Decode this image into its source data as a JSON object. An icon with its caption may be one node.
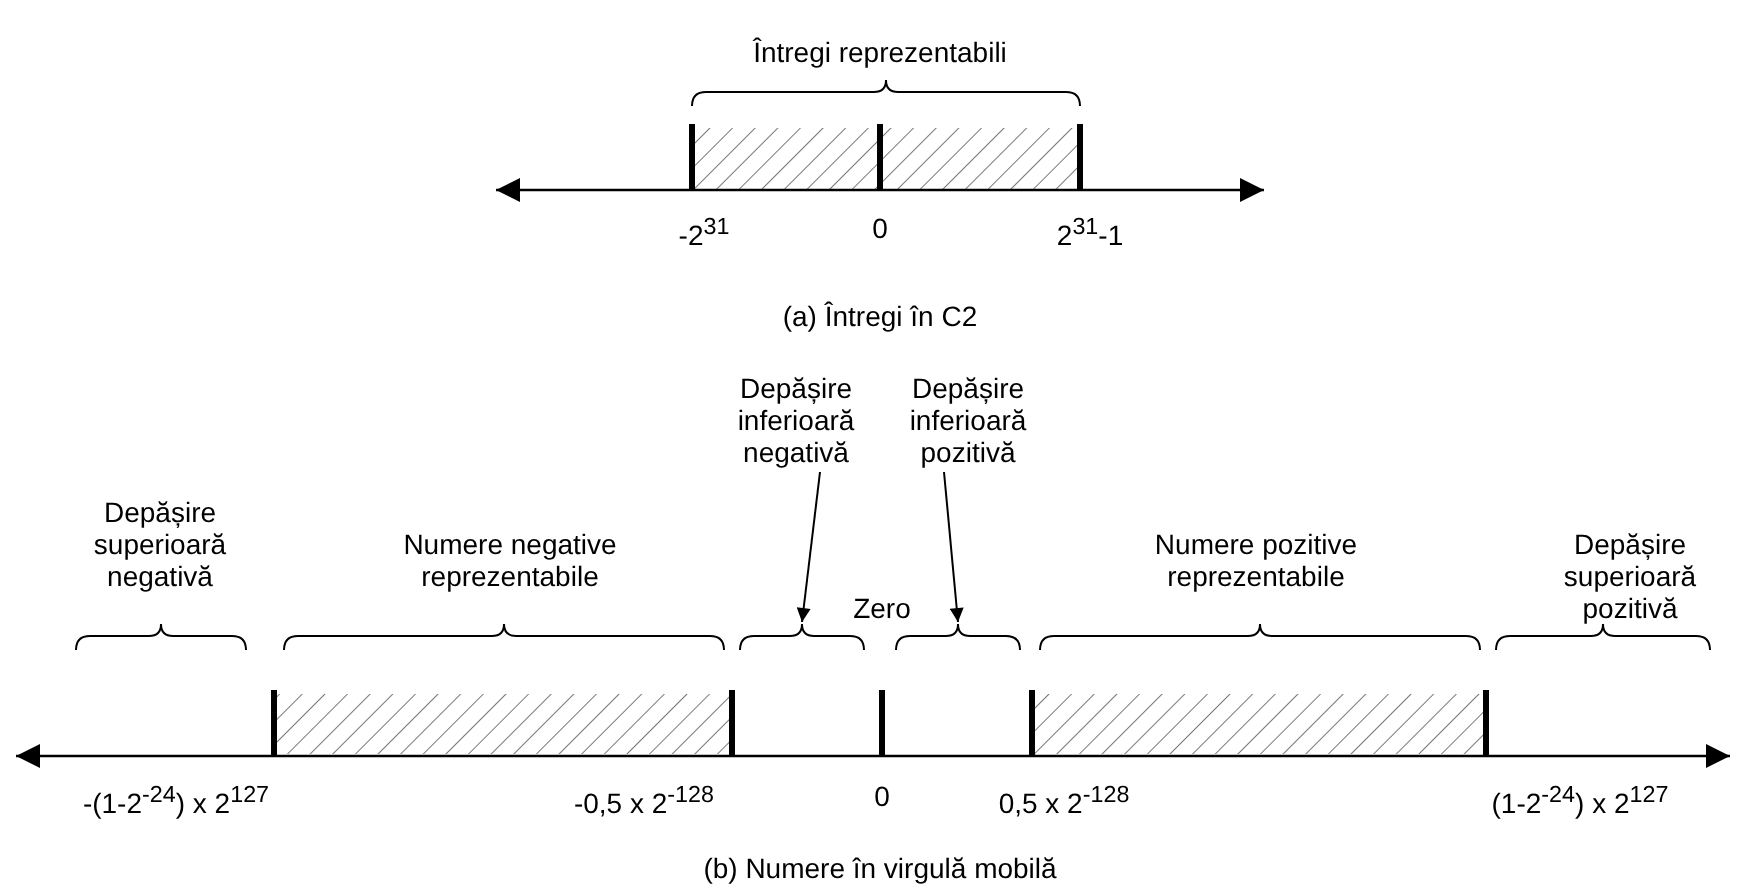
{
  "diagram": {
    "nodes": [
      {
        "text": [
          "Depășire inferioară negativă"
        ]
      },
      {
        "text": [
          "Depășire inferioară pozitivă"
        ]
      },
      {
        "text": [],
        "shape": "bracket"
      },
      {
        "text": [],
        "shape": "bracket"
      }
    ],
    "edges": [
      {
        "from": 0,
        "to": 2,
        "arrow": "to"
      },
      {
        "from": 1,
        "to": 3,
        "arrow": "to"
      }
    ],
    "labels": [
      "Întregi reprezentabili",
      "-2$^{31}$",
      "0",
      "2$^{31}$-1",
      "(a) Întregi în C2",
      "Depășire superioară negativă",
      "Numere negative reprezentabile",
      "Zero",
      "Numere pozitive reprezentabile",
      "Depășire superioară pozitivă",
      "-(1-2$^{-24}$) x 2$^{127}$",
      "-0,5 x 2$^{-128}$",
      "0",
      "0,5 x 2$^{-128}$",
      "(1-2$^{-24}$) x 2$^{127}$",
      "(b) Numere în virgulă mobilă"
    ]
  }
}
